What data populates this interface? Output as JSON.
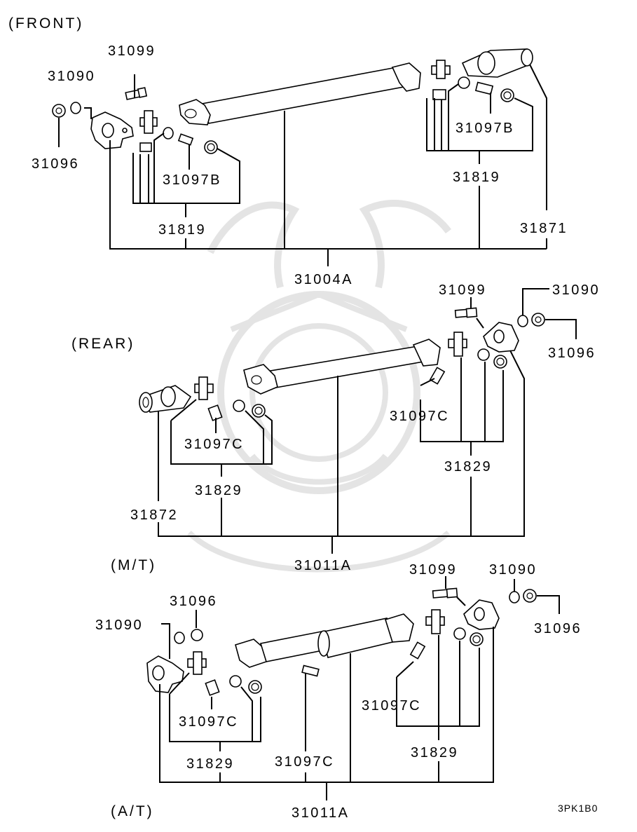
{
  "sections": {
    "front": "(FRONT)",
    "rear": "(REAR)",
    "mt": "(M/T)",
    "at": "(A/T)"
  },
  "front_labels": {
    "p31099": "31099",
    "p31090": "31090",
    "p31096": "31096",
    "p31097b_left": "31097B",
    "p31097b_right": "31097B",
    "p31819_left": "31819",
    "p31819_right": "31819",
    "p31871": "31871",
    "p31004a": "31004A"
  },
  "rear_labels": {
    "p31099": "31099",
    "p31090": "31090",
    "p31096": "31096",
    "p31097c_left": "31097C",
    "p31097c_right": "31097C",
    "p31829_left": "31829",
    "p31829_right": "31829",
    "p31872": "31872",
    "p31011a": "31011A"
  },
  "at_labels": {
    "p31096_left": "31096",
    "p31090_left": "31090",
    "p31099": "31099",
    "p31090_right": "31090",
    "p31096_right": "31096",
    "p31097c_left": "31097C",
    "p31097c_mid": "31097C",
    "p31097c_right": "31097C",
    "p31829_left": "31829",
    "p31829_right": "31829",
    "p31011a": "31011A"
  },
  "diagram_code": "3PK1B0",
  "watermark": "samurai-helmet-logo"
}
